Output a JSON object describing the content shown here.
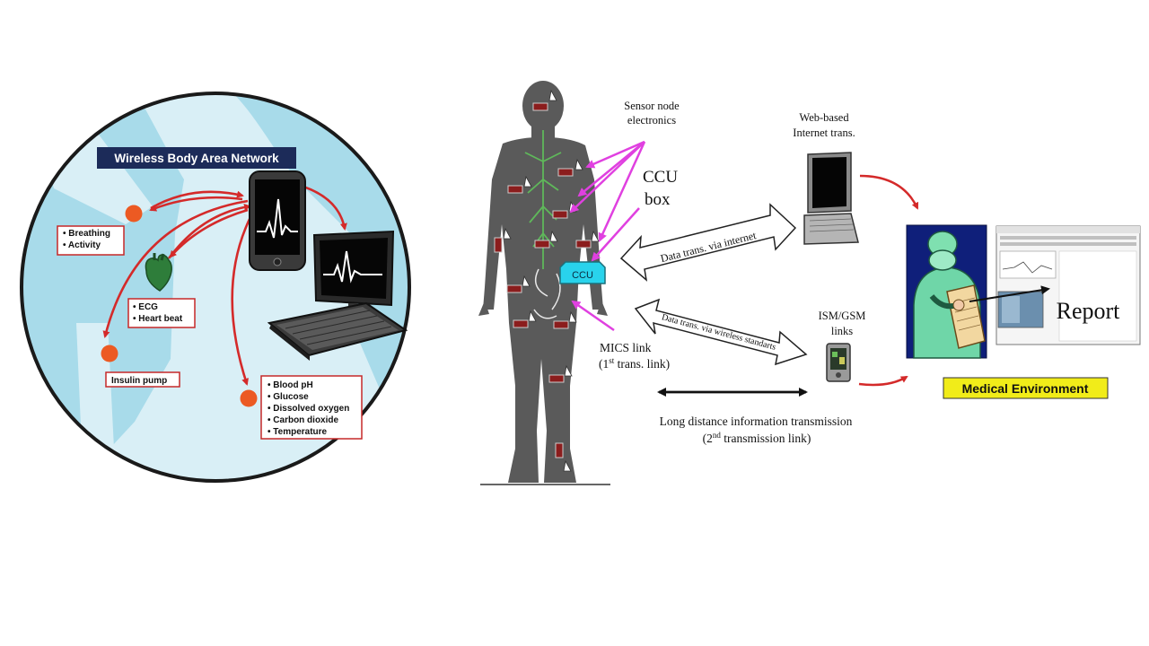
{
  "left_panel": {
    "title": "Wireless Body Area Network",
    "breathing": [
      "• Breathing",
      "• Activity"
    ],
    "ecg": [
      "• ECG",
      "• Heart beat"
    ],
    "insulin": "Insulin pump",
    "blood": [
      "• Blood pH",
      "• Glucose",
      "• Dissolved oxygen",
      "• Carbon dioxide",
      "• Temperature"
    ]
  },
  "right_panel": {
    "sensor_node": [
      "Sensor node",
      "electronics"
    ],
    "ccu_box": [
      "CCU",
      "box"
    ],
    "ccu_label": "CCU",
    "web_based": [
      "Web-based",
      "Internet trans."
    ],
    "data_internet": "Data trans. via internet",
    "data_wireless": "Data trans. via wireless standarts",
    "ism_gsm": [
      "ISM/GSM",
      "links"
    ],
    "mics": [
      "MICS link",
      "(1",
      "st",
      " trans. link)"
    ],
    "long_distance": "Long distance information transmission",
    "second_link": [
      "(2",
      "nd",
      " transmission link)"
    ],
    "report": "Report",
    "medical_env": "Medical Environment"
  },
  "colors": {
    "sky": "#a8dbea",
    "body_silhouette": "#d9eff6",
    "red_arrow": "#d42a2a",
    "orange_dot": "#ec5a23",
    "heart_green": "#2e7d3a",
    "magenta": "#e040e0",
    "ccu_cyan": "#29d3ec",
    "medical_yellow": "#f1ec19",
    "doctor_bg": "#0f1f7a",
    "figure_gray": "#5a5a5a"
  }
}
